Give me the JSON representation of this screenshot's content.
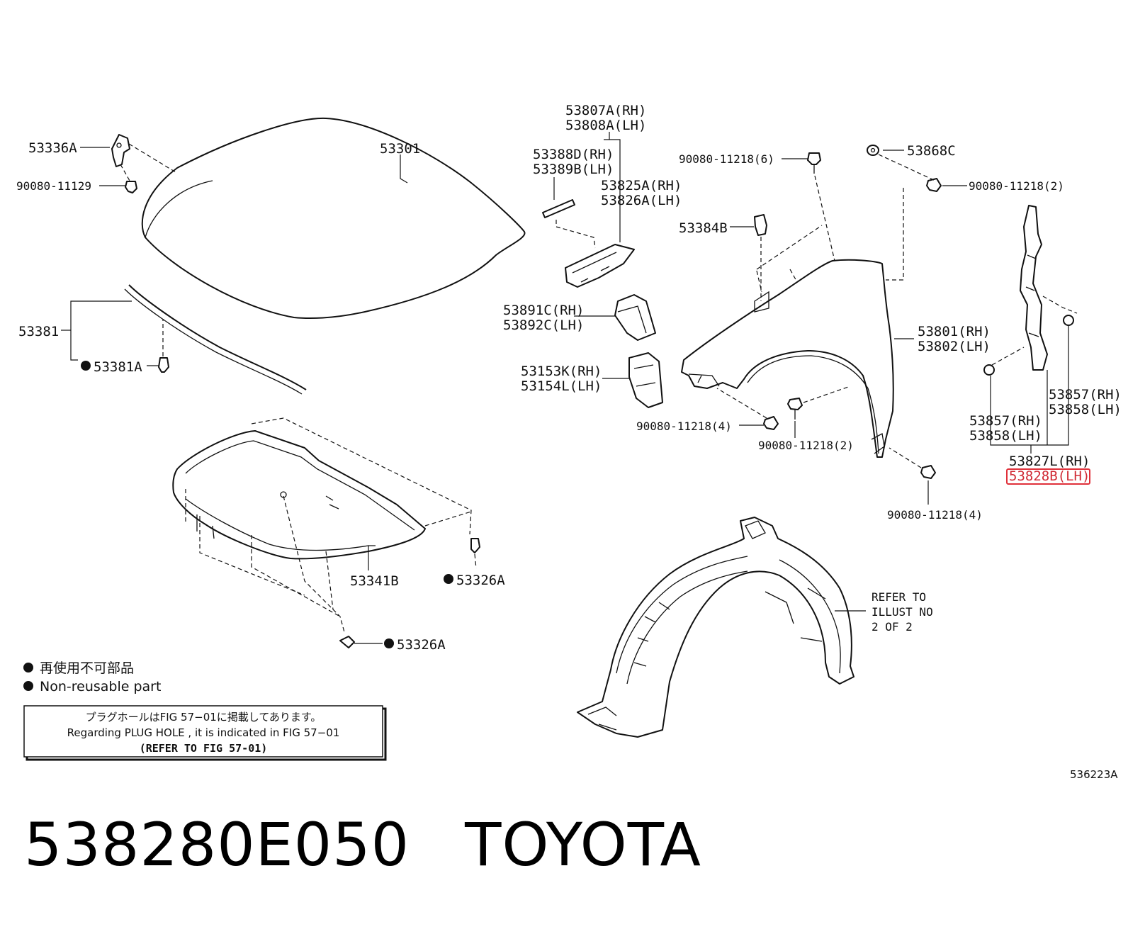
{
  "parts": {
    "p53336A": "53336A",
    "p90080_11129": "90080-11129",
    "p53301": "53301",
    "p53381": "53381",
    "p53381A": "53381A",
    "p53341B": "53341B",
    "p53326A_1": "53326A",
    "p53326A_2": "53326A",
    "p53807A": "53807A(RH)",
    "p53808A": "53808A(LH)",
    "p53388D": "53388D(RH)",
    "p53389B": "53389B(LH)",
    "p53825A": "53825A(RH)",
    "p53826A": "53826A(LH)",
    "p53891C": "53891C(RH)",
    "p53892C": "53892C(LH)",
    "p53153K": "53153K(RH)",
    "p53154L": "53154L(LH)",
    "p90080_11218_6": "90080-11218(6)",
    "p53384B": "53384B",
    "p53868C": "53868C",
    "p90080_11218_2a": "90080-11218(2)",
    "p53801": "53801(RH)",
    "p53802": "53802(LH)",
    "p90080_11218_4a": "90080-11218(4)",
    "p90080_11218_2b": "90080-11218(2)",
    "p90080_11218_4b": "90080-11218(4)",
    "p53857_r": "53857(RH)",
    "p53858_r": "53858(LH)",
    "p53857_l": "53857(RH)",
    "p53858_l": "53858(LH)",
    "p53827L": "53827L(RH)",
    "p53828B": "53828B(LH)",
    "refer1": "REFER TO",
    "refer2": "ILLUST NO",
    "refer3": "2 OF 2"
  },
  "legend": {
    "line_jp": "再使用不可部品",
    "line_en": "Non-reusable part"
  },
  "note_box": {
    "line1": "プラグホールはFIG 57−01に掲載してあります。",
    "line2": "Regarding  PLUG  HOLE , it is indicated in  FIG  57−01",
    "line3": "(REFER TO FIG 57-01)"
  },
  "illustration_code": "536223A",
  "footer": {
    "part_number": "538280E050",
    "brand": "TOYOTA"
  },
  "highlight_color": "#e0303a"
}
